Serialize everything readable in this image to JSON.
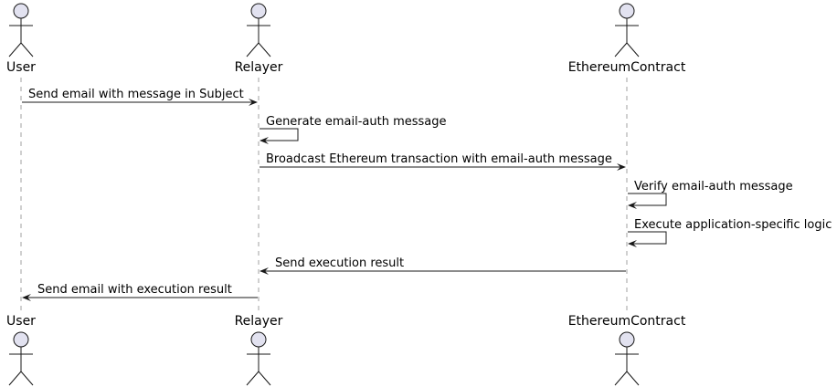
{
  "participants": [
    {
      "id": "user",
      "label": "User"
    },
    {
      "id": "relayer",
      "label": "Relayer"
    },
    {
      "id": "contract",
      "label": "EthereumContract"
    }
  ],
  "messages": [
    {
      "from": "user",
      "to": "relayer",
      "label": "Send email with message in Subject"
    },
    {
      "from": "relayer",
      "to": "relayer",
      "label": "Generate email-auth message"
    },
    {
      "from": "relayer",
      "to": "contract",
      "label": "Broadcast Ethereum transaction with email-auth message"
    },
    {
      "from": "contract",
      "to": "contract",
      "label": "Verify email-auth message"
    },
    {
      "from": "contract",
      "to": "contract",
      "label": "Execute application-specific logic"
    },
    {
      "from": "contract",
      "to": "relayer",
      "label": "Send execution result"
    },
    {
      "from": "relayer",
      "to": "user",
      "label": "Send email with execution result"
    }
  ],
  "colors": {
    "actor_fill": "#e2e2f0",
    "stroke": "#181818",
    "lifeline": "#a0a0a0"
  }
}
